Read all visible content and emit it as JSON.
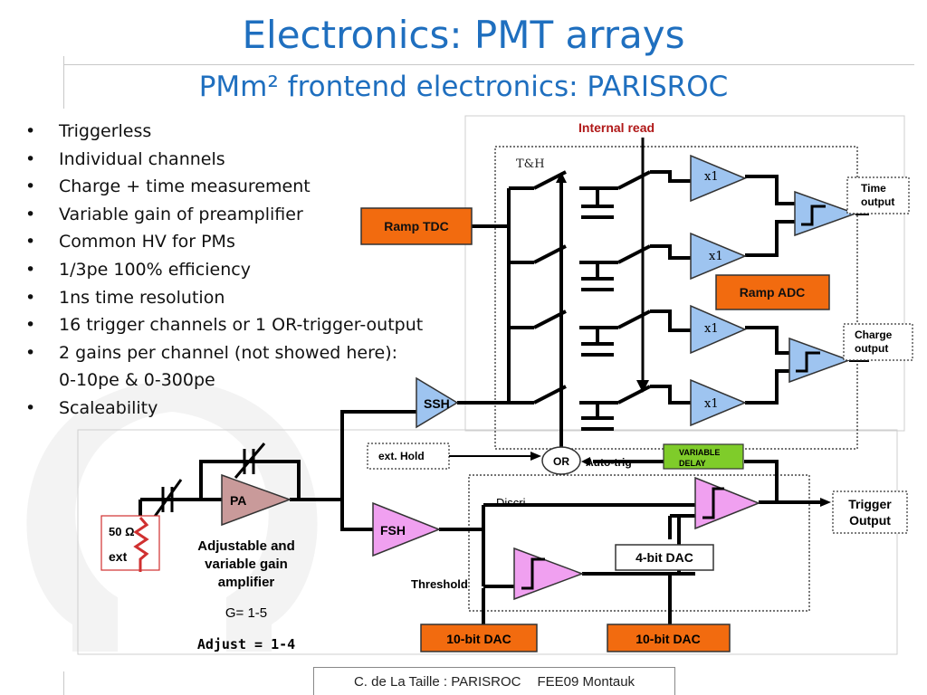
{
  "header": {
    "title": "Electronics: PMT arrays",
    "subtitle": "PMm² frontend electronics: PARISROC"
  },
  "bullets": [
    "Triggerless",
    "Individual channels",
    "Charge + time measurement",
    "Variable gain of preamplifier",
    "Common HV for PMs",
    "1/3pe 100% efficiency",
    "1ns time resolution",
    "16 trigger channels or 1 OR-trigger-output",
    "2 gains per channel (not showed here):",
    "0-10pe & 0-300pe",
    "Scaleability"
  ],
  "diagram": {
    "internal_read": "Internal read",
    "th": "T&H",
    "ramp_tdc": "Ramp TDC",
    "ramp_adc": "Ramp ADC",
    "time_output": [
      "Time",
      "output"
    ],
    "charge_output": [
      "Charge",
      "output"
    ],
    "buffer_label": "x1",
    "ssh": "SSH",
    "fsh": "FSH",
    "pa": "PA",
    "ext_hold": "ext. Hold",
    "or_gate": "OR",
    "auto_trig": "Auto-trig",
    "variable_delay": [
      "VARIABLE",
      "DELAY"
    ],
    "discri": "Discri.",
    "trigger_output": [
      "Trigger",
      "Output"
    ],
    "dac_4bit": "4-bit DAC",
    "threshold": "Threshold",
    "dac_10bit_left": "10-bit DAC",
    "dac_10bit_right": "10-bit DAC",
    "resistor_value": "50 Ω",
    "resistor_ext": "ext",
    "pa_caption": [
      "Adjustable and",
      "variable gain",
      "amplifier"
    ],
    "gain": "G= 1-5",
    "adjust": "Adjust = 1-4"
  },
  "footer": {
    "author": "C. de La Taille : PARISROC",
    "event": "FEE09 Montauk"
  },
  "colors": {
    "title_blue": "#1f6fbf",
    "orange_block": "#f26b0f",
    "blue_block": "#9ec4f0",
    "pink_block": "#f0a0f0",
    "pa_block": "#c99a9a",
    "delay_green": "#7fcc2a",
    "internal_read_red": "#b01818"
  }
}
